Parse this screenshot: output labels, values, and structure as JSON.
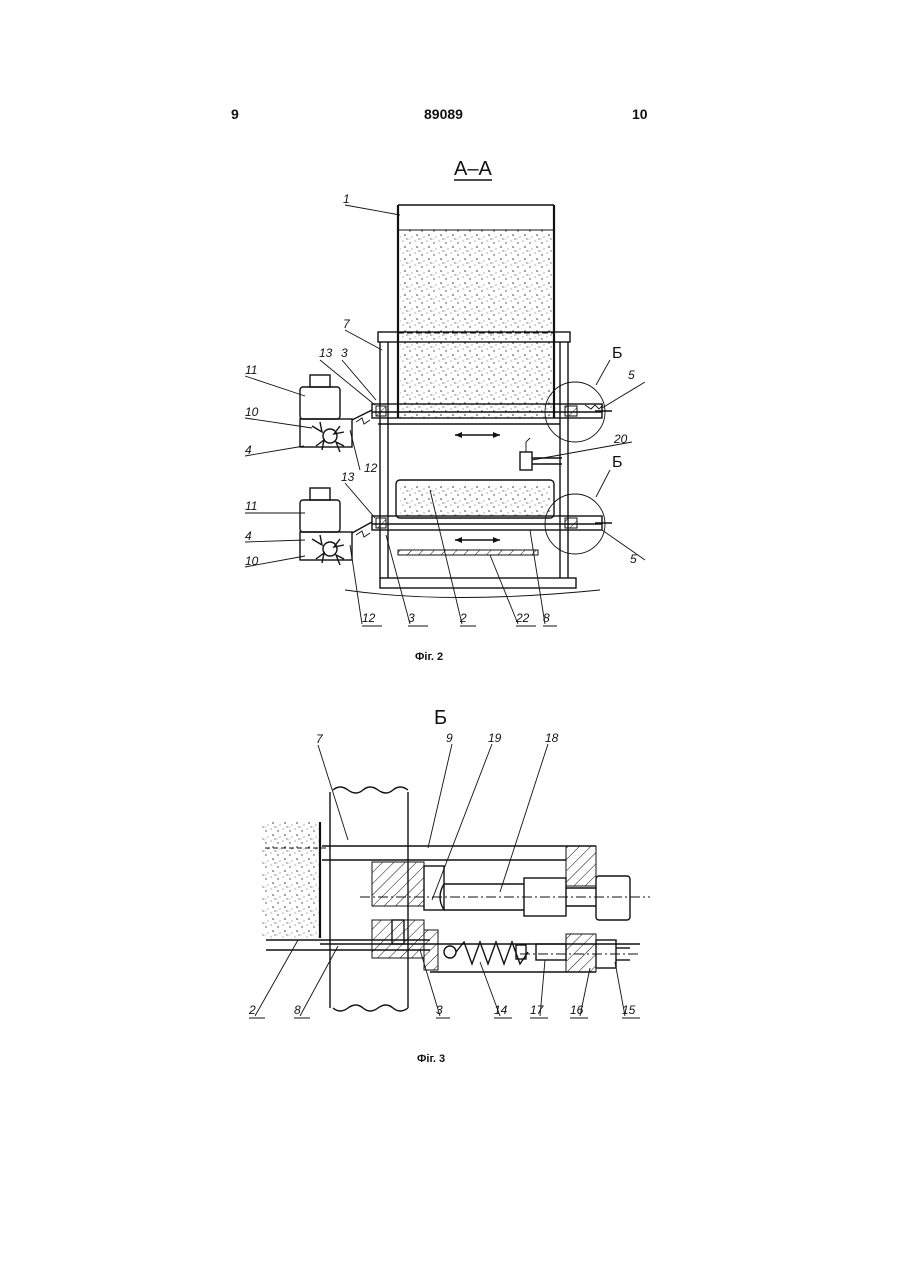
{
  "header": {
    "page_left": "9",
    "patent_number": "89089",
    "page_right": "10"
  },
  "figure2": {
    "section_title": "А–А",
    "detail_mark_top": "Б",
    "detail_mark_bottom": "Б",
    "caption": "Фіг. 2",
    "labels": {
      "l1": "1",
      "l7": "7",
      "l13a": "13",
      "l3a": "3",
      "l11a": "11",
      "l10a": "10",
      "l4a": "4",
      "l12a": "12",
      "l5a": "5",
      "l20": "20",
      "l11b": "11",
      "l13b": "13",
      "l4b": "4",
      "l10b": "10",
      "l5b": "5",
      "l12b": "12",
      "l3b": "3",
      "l2": "2",
      "l22": "22",
      "l8": "8"
    }
  },
  "figure3": {
    "detail_title": "Б",
    "caption": "Фіг. 3",
    "labels": {
      "l7": "7",
      "l9": "9",
      "l19": "19",
      "l18": "18",
      "l2": "2",
      "l8": "8",
      "l3": "3",
      "l14": "14",
      "l17": "17",
      "l16": "16",
      "l15": "15"
    }
  }
}
